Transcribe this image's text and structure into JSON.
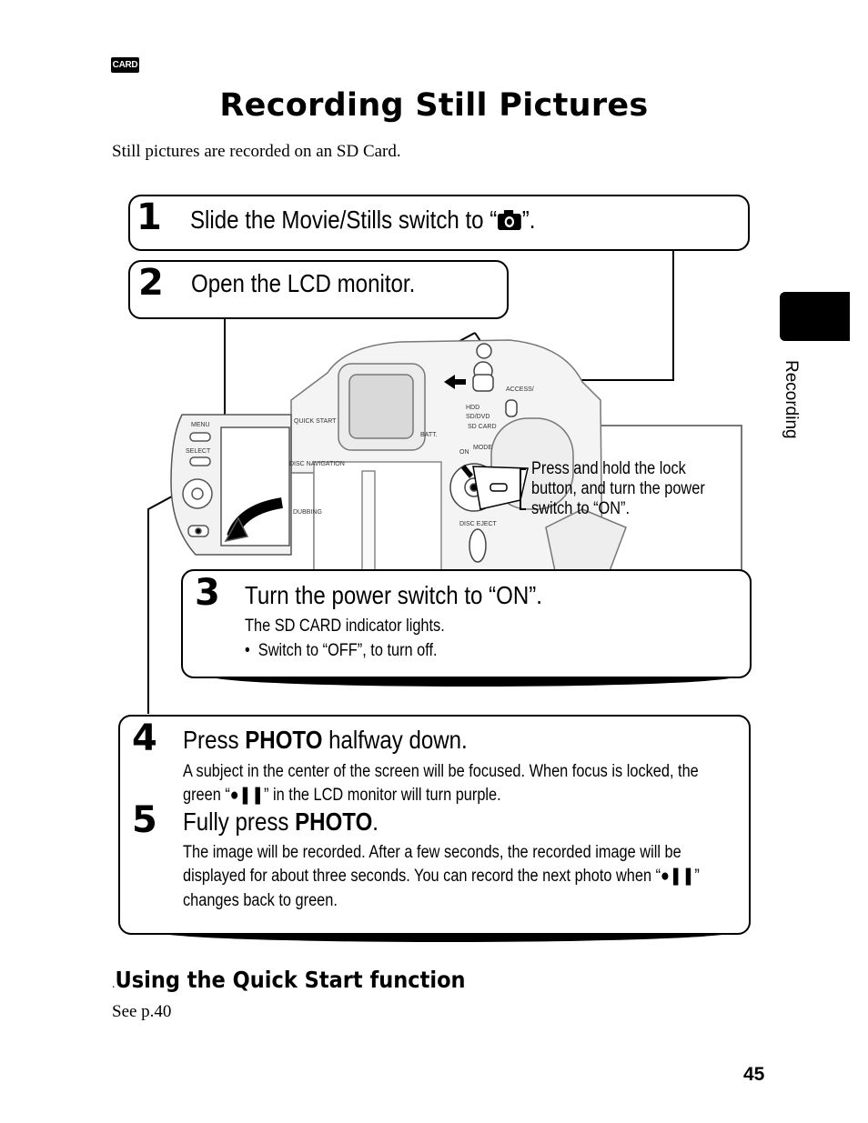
{
  "header": {
    "card_badge": "CARD",
    "title": "Recording Still Pictures",
    "intro": "Still pictures are recorded on an SD Card."
  },
  "steps": [
    {
      "num": "1",
      "heading_before": "Slide the Movie/Stills switch to “",
      "heading_after": "”.",
      "icon": "camera-icon"
    },
    {
      "num": "2",
      "heading": "Open the LCD monitor."
    },
    {
      "num": "3",
      "heading": "Turn the power switch to “ON”.",
      "text": "The SD CARD indicator lights.",
      "bullet": "Switch to “OFF”, to turn off."
    },
    {
      "num": "4",
      "heading_before": "Press ",
      "heading_bold": "PHOTO",
      "heading_after": " halfway down.",
      "text1": "A subject in the center of the screen will be focused. When focus is locked, the",
      "text2_before": "green “",
      "text2_after": "” in the LCD monitor will turn purple."
    },
    {
      "num": "5",
      "heading_before": "Fully press ",
      "heading_bold": "PHOTO",
      "heading_after": ".",
      "text1": "The image will be recorded. After a few seconds, the recorded image will be",
      "text2_before": "displayed for about three seconds. You can record the next photo when “",
      "text2_after": "”",
      "text3": "changes back to green."
    }
  ],
  "callout": {
    "line1": "Press and hold the lock",
    "line2": "button, and turn the power",
    "line3": "switch to “ON”."
  },
  "camera_labels": {
    "menu": "MENU",
    "select": "SELECT",
    "quick_start": "QUICK START",
    "disc_navigation": "DISC NAVIGATION",
    "dubbing": "DUBBING",
    "batt": "BATT.",
    "hdd": "HDD",
    "sd_dvd": "SD/DVD",
    "sd_card": "SD CARD",
    "mode": "MODE",
    "on": "ON",
    "disc_eject": "DISC EJECT",
    "access": "ACCESS/"
  },
  "sidebar": {
    "section_label": "Recording"
  },
  "footer": {
    "subheading": "Using the Quick Start function",
    "subheading_prefix": ".",
    "see": "See p.40",
    "page_number": "45"
  }
}
